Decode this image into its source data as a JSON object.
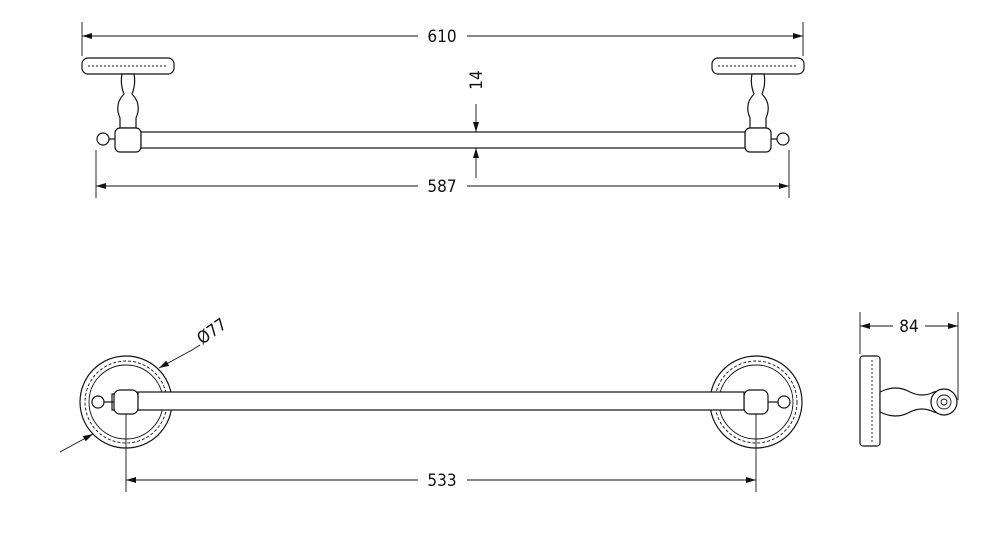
{
  "dimensions": {
    "overall_width": "610",
    "bar_length": "587",
    "bar_thickness": "14",
    "flange_diameter": "Ø77",
    "post_spacing": "533",
    "projection": "84"
  }
}
